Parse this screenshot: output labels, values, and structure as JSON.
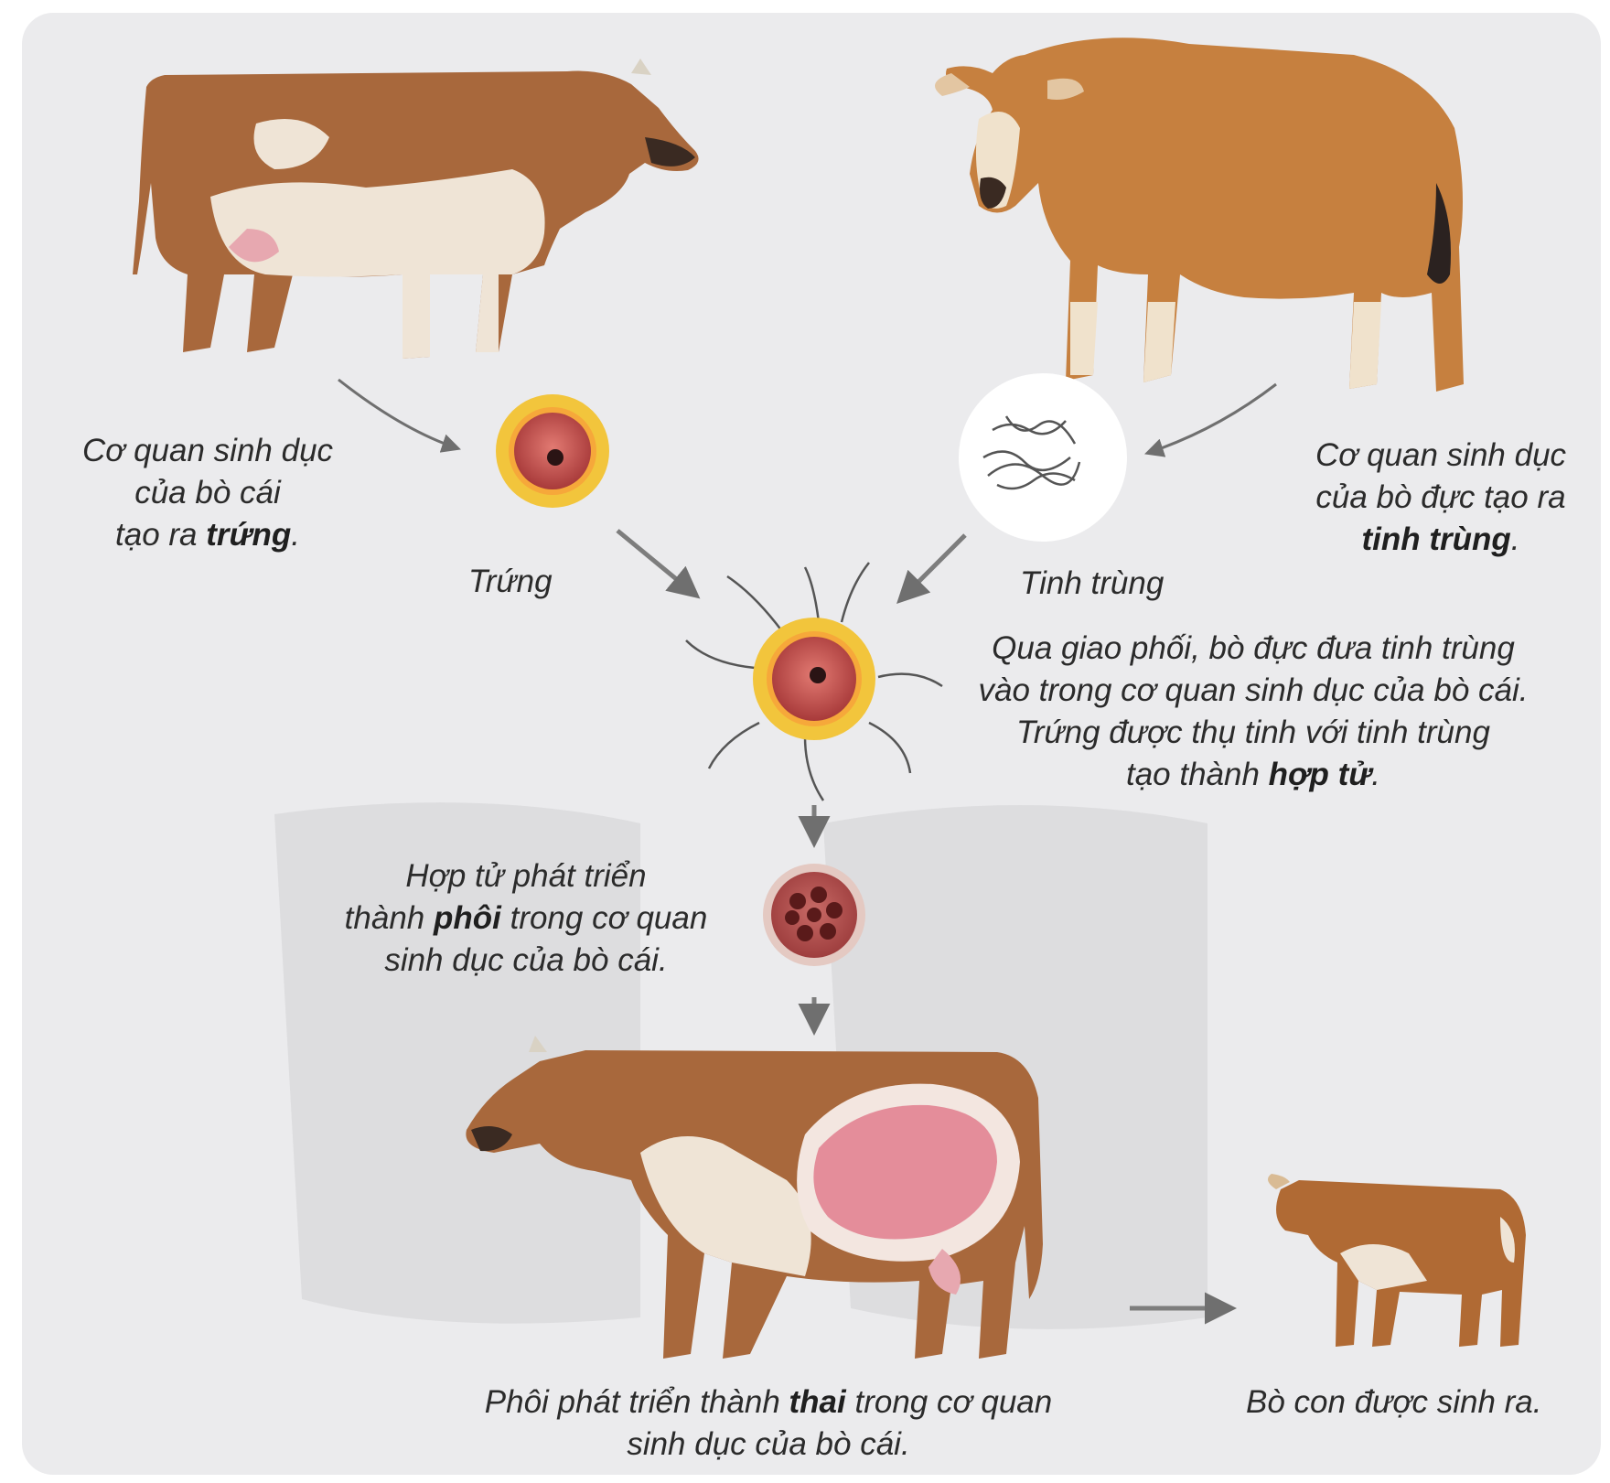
{
  "female_cow": {
    "caption_line1": "Cơ quan sinh dục",
    "caption_line2": "của bò cái",
    "caption_line3_prefix": "tạo ra ",
    "caption_line3_bold": "trứng",
    "caption_line3_suffix": "."
  },
  "male_cow": {
    "caption_line1": "Cơ quan sinh dục",
    "caption_line2": "của bò đực tạo ra",
    "caption_line3_bold": "tinh trùng",
    "caption_line3_suffix": "."
  },
  "egg": {
    "label": "Trứng"
  },
  "sperm": {
    "label": "Tinh trùng"
  },
  "fertilization": {
    "line1": "Qua giao phối, bò đực đưa tinh trùng",
    "line2": "vào trong cơ quan sinh dục của bò cái.",
    "line3": "Trứng được thụ tinh với tinh trùng",
    "line4_prefix": "tạo thành ",
    "line4_bold": "hợp tử",
    "line4_suffix": "."
  },
  "embryo": {
    "line1": "Hợp tử phát triển",
    "line2_prefix": "thành ",
    "line2_bold": "phôi",
    "line2_suffix": " trong cơ quan",
    "line3": "sinh dục của bò cái."
  },
  "pregnancy": {
    "line1_prefix": "Phôi phát triển thành ",
    "line1_bold": "thai",
    "line1_suffix": " trong cơ quan",
    "line2": "sinh dục của bò cái."
  },
  "calf": {
    "label": "Bò con được sinh ra."
  },
  "colors": {
    "panel": "#ebebed",
    "cow_brown": "#a8683c",
    "cow_white": "#efe4d6",
    "bull_tan": "#c6803f",
    "egg_red": "#c9504e",
    "egg_corona": "#f2c53c",
    "arrow": "#7d7d7d"
  }
}
